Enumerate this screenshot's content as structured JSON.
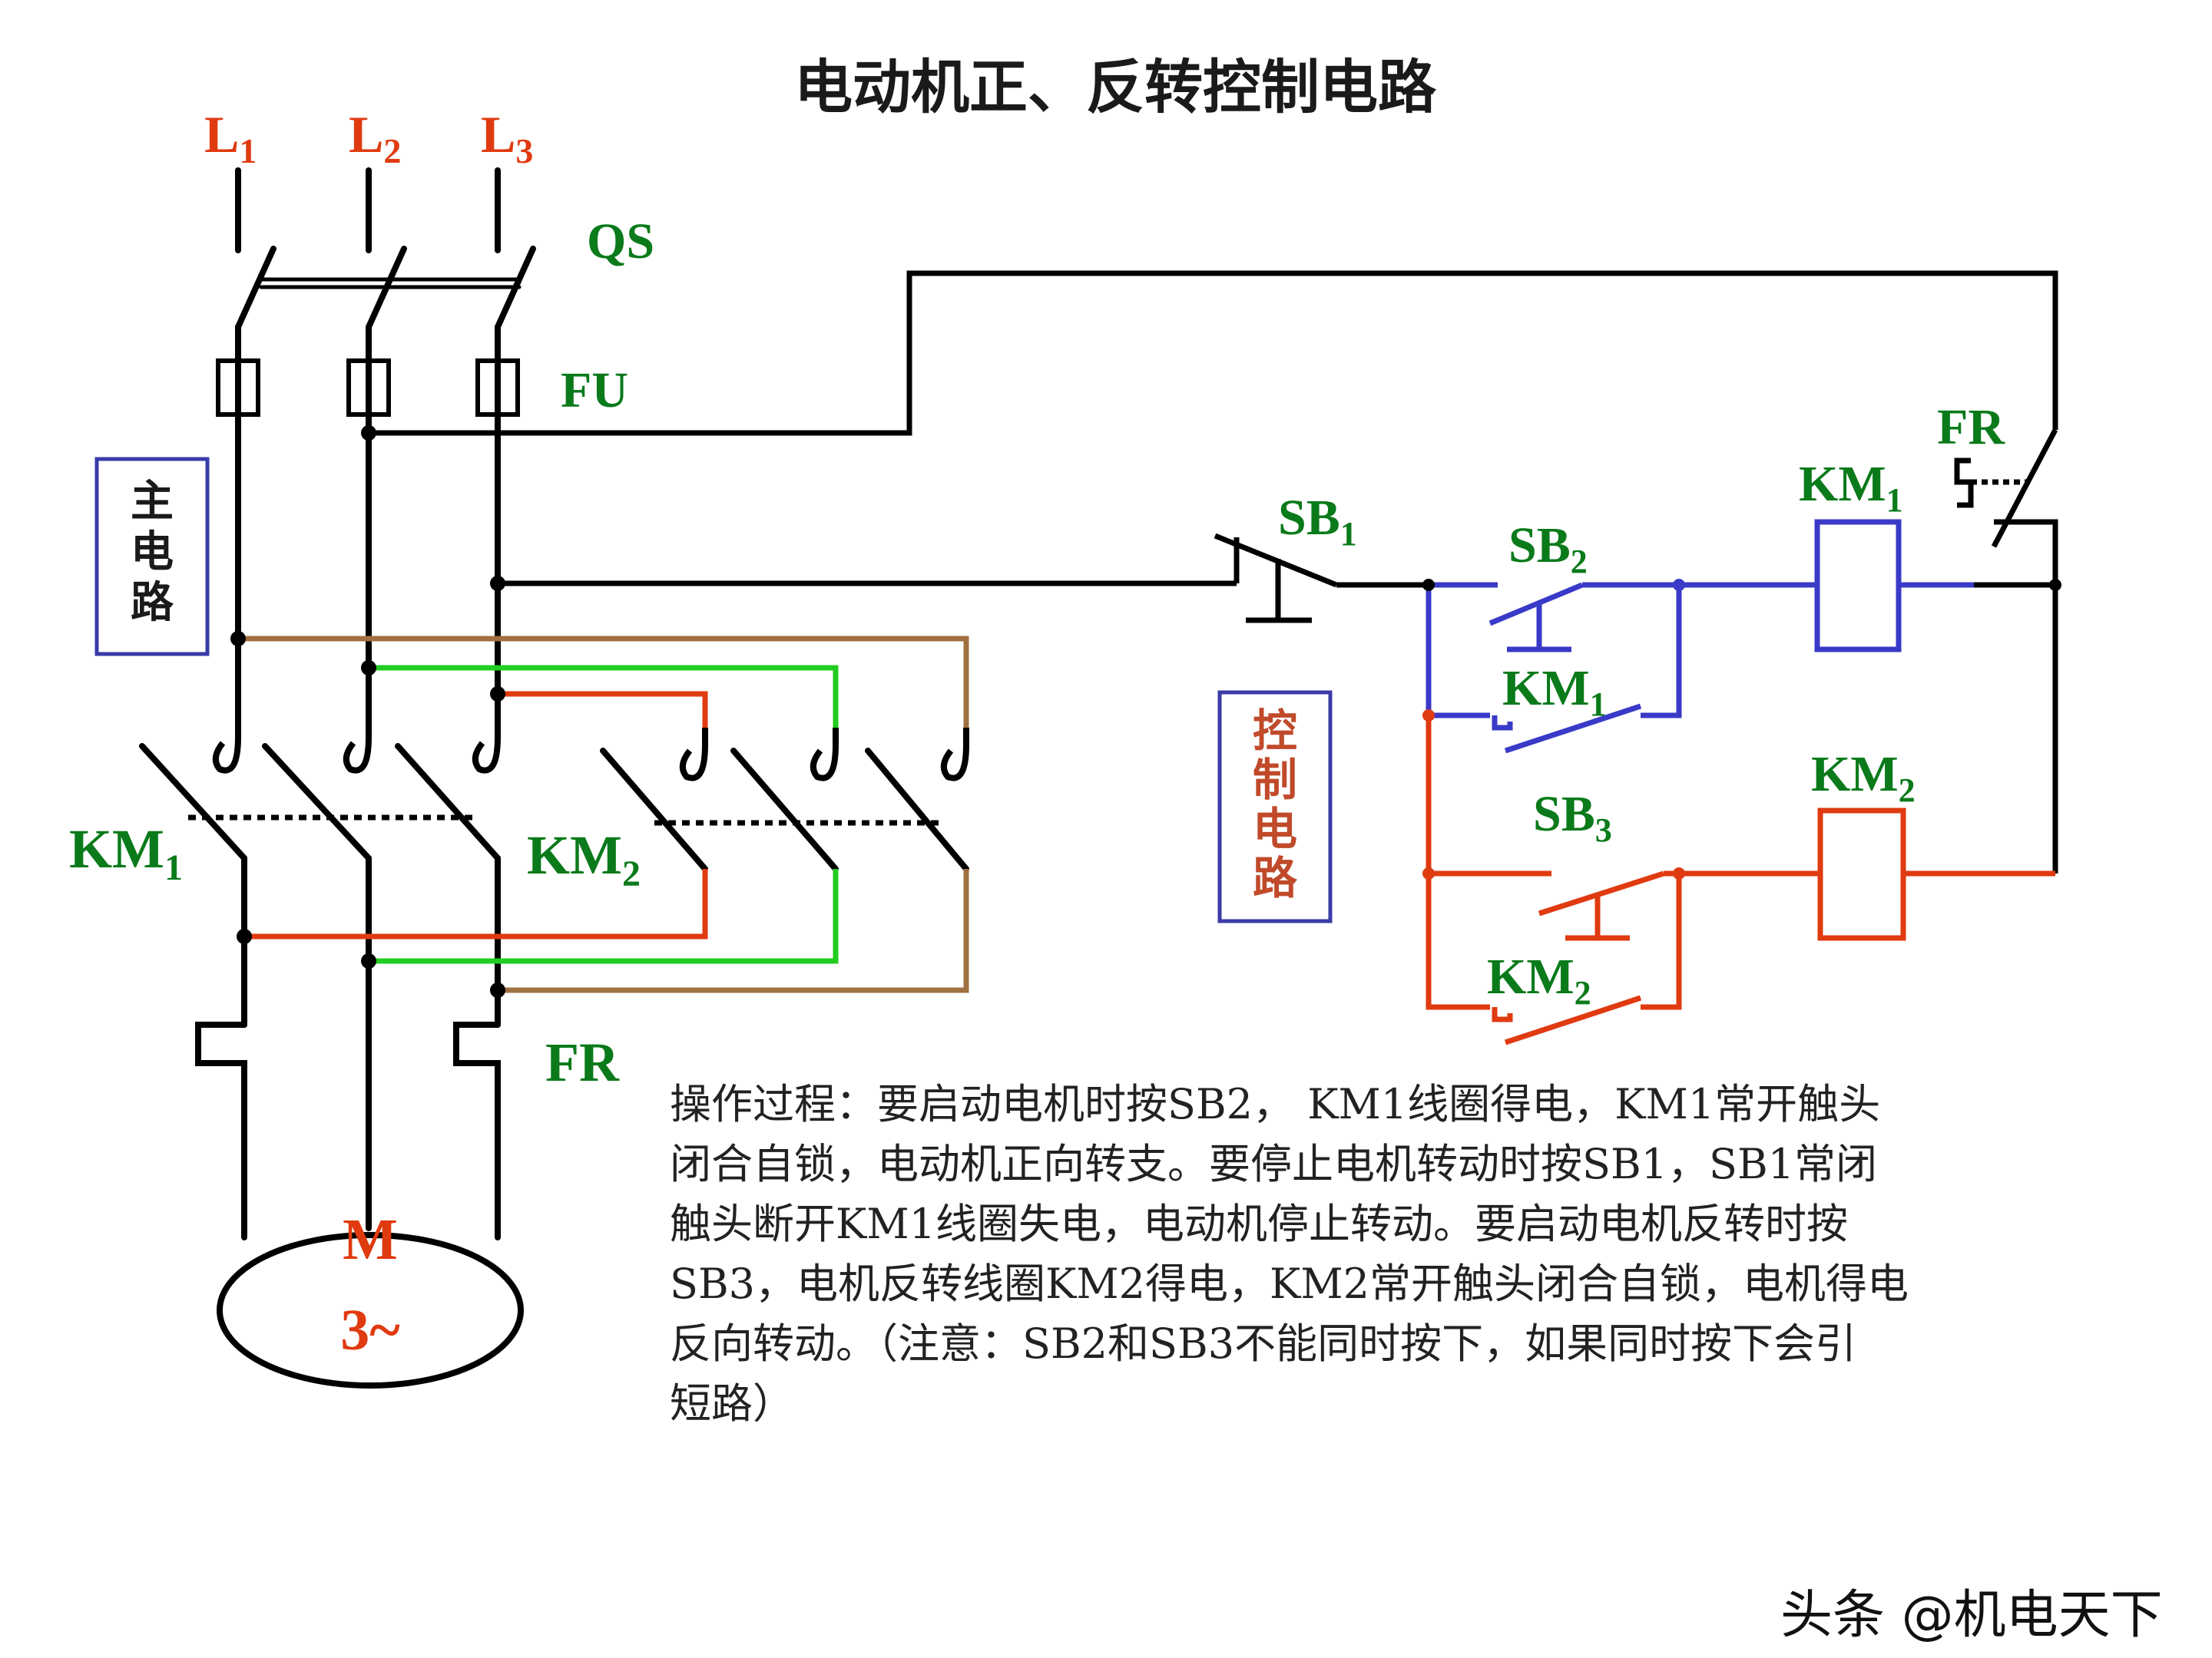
{
  "title": "电动机正、反转控制电路",
  "labels": {
    "L1": "L",
    "L1_sub": "1",
    "L2": "L",
    "L2_sub": "2",
    "L3": "L",
    "L3_sub": "3",
    "QS": "QS",
    "FU": "FU",
    "KM1_main": "KM",
    "KM1_main_sub": "1",
    "KM2_main": "KM",
    "KM2_main_sub": "2",
    "FR_main": "FR",
    "motor_M": "M",
    "motor_phase": "3~",
    "SB1": "SB",
    "SB1_sub": "1",
    "SB2": "SB",
    "SB2_sub": "2",
    "SB3": "SB",
    "SB3_sub": "3",
    "KM1_coil": "KM",
    "KM1_coil_sub": "1",
    "KM1_aux": "KM",
    "KM1_aux_sub": "1",
    "KM2_coil": "KM",
    "KM2_coil_sub": "2",
    "KM2_aux": "KM",
    "KM2_aux_sub": "2",
    "FR_ctrl": "FR"
  },
  "boxes": {
    "main_circuit": [
      "主",
      "电",
      "路"
    ],
    "control_circuit": [
      "控",
      "制",
      "电",
      "路"
    ]
  },
  "description": [
    "操作过程：要启动电机时按SB2， KM1线圈得电，KM1常开触头",
    "闭合自锁，电动机正向转支。要停止电机转动时按SB1，SB1常闭",
    "触头断开KM1线圈失电，电动机停止转动。要启动电机反转时按",
    "SB3，电机反转线圈KM2得电，KM2常开触头闭合自锁，电机得电",
    "反向转动。（注意：SB2和SB3不能同时按下，如果同时按下会引",
    "短路）"
  ],
  "watermark": "头条 @机电天下",
  "colors": {
    "title": "#1a1a1a",
    "phase_label": "#e03a10",
    "component_label": "#0a7a1a",
    "km1_wire": "#3a3ac8",
    "km2_wire": "#e03a10",
    "green_wire": "#22cc22",
    "brown_wire": "#a07040",
    "box_border": "#3a3aa8",
    "control_box_text": "#c04a2a"
  }
}
